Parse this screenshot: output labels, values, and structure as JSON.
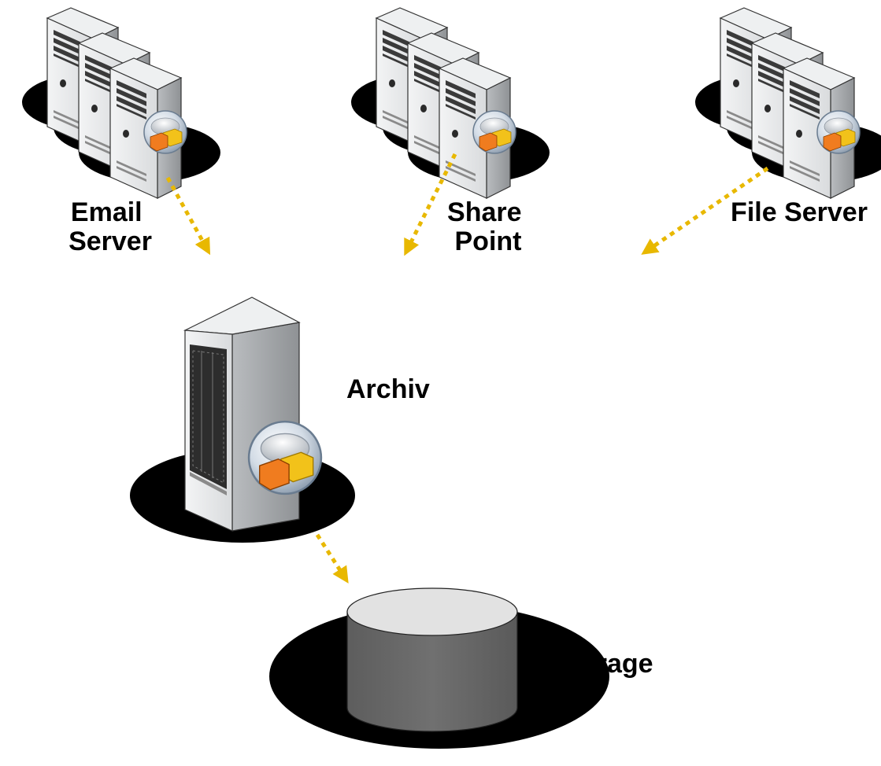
{
  "nodes": {
    "email": {
      "label_lines": [
        "Email",
        "Server"
      ]
    },
    "sharepoint": {
      "label_lines": [
        "Share",
        "Point"
      ]
    },
    "fileserver": {
      "label_lines": [
        "File Server"
      ]
    },
    "archive": {
      "label_lines": [
        "Archiv"
      ]
    },
    "storage": {
      "label_lines": [
        "Storage"
      ]
    }
  },
  "colors": {
    "arrow": "#E8B800",
    "shadow": "#000000",
    "server_body": "#E4E5E6",
    "server_side": "#A9ACAF",
    "storage_top": "#E2E2E2",
    "storage_body": "#6A6A6A",
    "badge_orange": "#F07C1F",
    "badge_yellow": "#F2C21A"
  },
  "icons": {
    "server_group": "server-cluster-icon",
    "archive": "rack-server-icon",
    "storage": "storage-cylinder-icon",
    "badge": "archive-agent-badge-icon"
  }
}
